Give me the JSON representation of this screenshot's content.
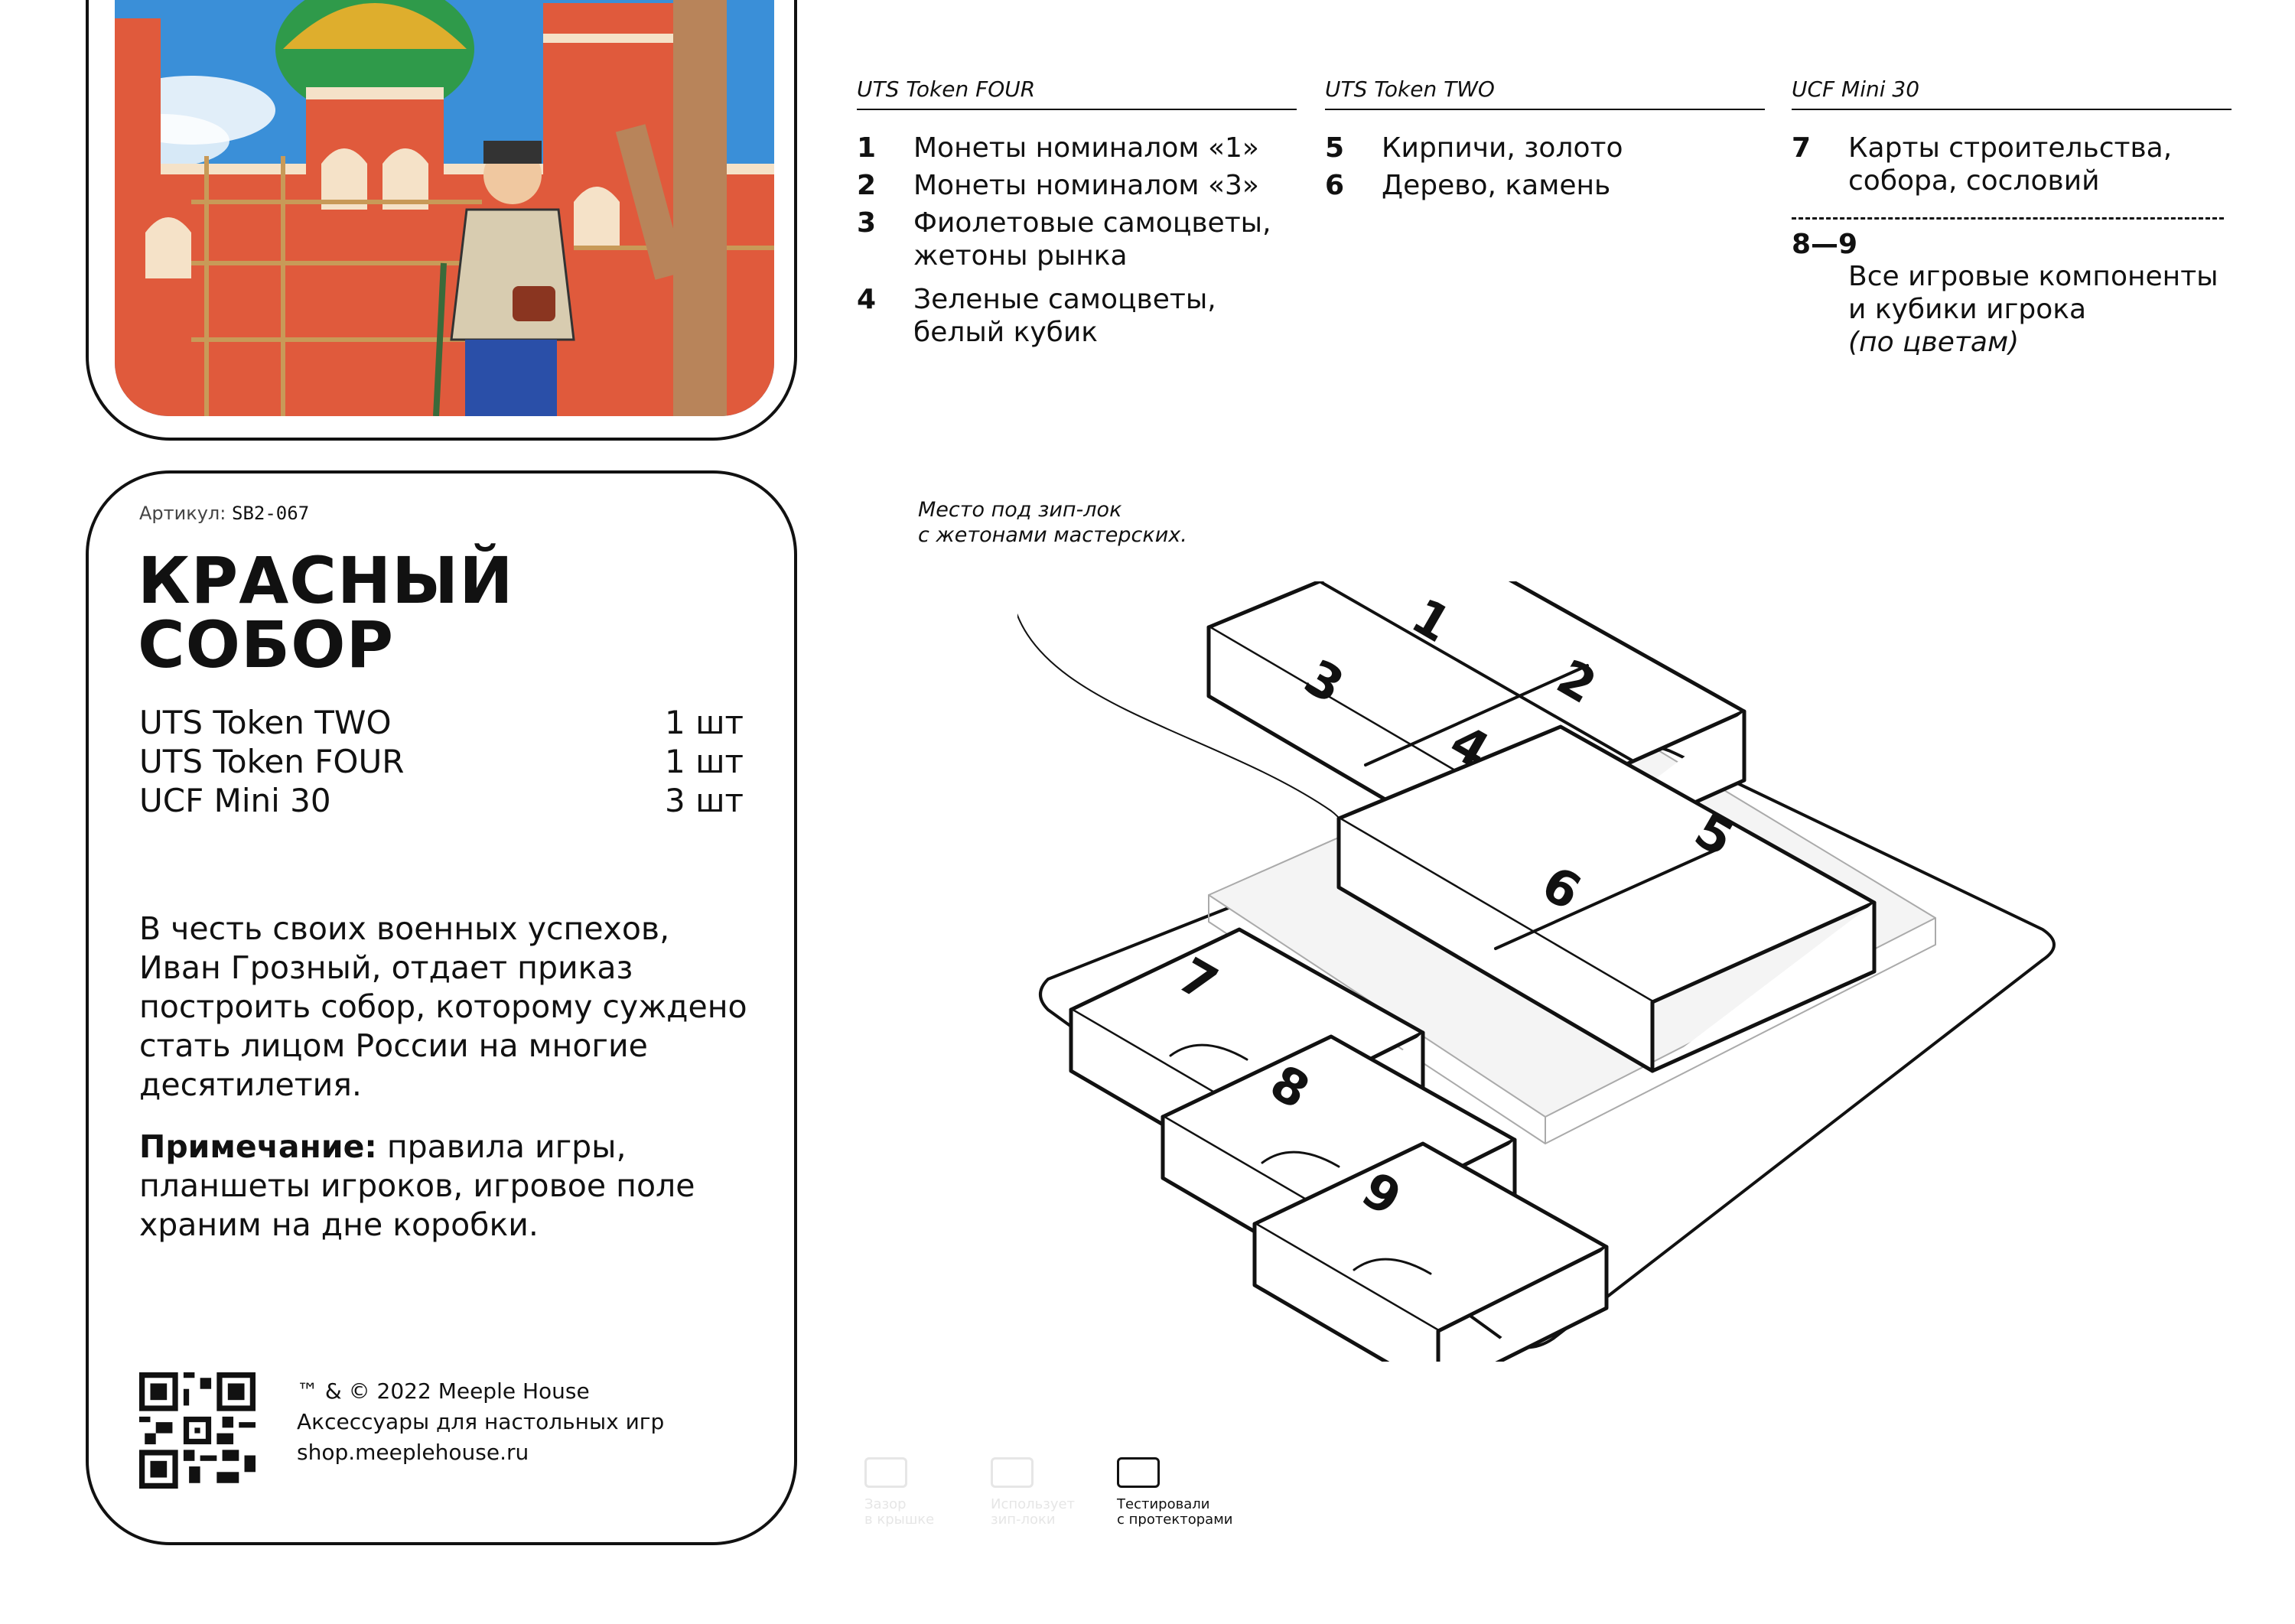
{
  "illustration": {
    "name": "st-basils-cathedral-illustration",
    "colors": {
      "sky": "#3a8fd8",
      "brick": "#e05a3c",
      "dome_green": "#2f9a4a",
      "gold": "#f2b02a"
    }
  },
  "card": {
    "article_label": "Артикул:",
    "article_code": "SB2-067",
    "title_line1": "Красный",
    "title_line2": "собор",
    "contents": [
      {
        "name": "UTS Token TWO",
        "qty": "1 шт"
      },
      {
        "name": "UTS Token FOUR",
        "qty": "1 шт"
      },
      {
        "name": "UCF Mini 30",
        "qty": "3 шт"
      }
    ],
    "description": "В честь своих военных успехов, Иван Грозный, отдает приказ построить собор, которому суждено стать лицом России на многие десятилетия.",
    "note_label": "Примечание:",
    "note_text": "правила игры, планшеты игроков, игровое поле храним на дне коробки.",
    "footer": {
      "copyright": "™ & © 2022 Meeple House",
      "tagline": "Аксессуары для настольных игр",
      "url": "shop.meeplehouse.ru"
    }
  },
  "legend": {
    "col1": {
      "head": "UTS Token FOUR",
      "items": [
        {
          "num": "1",
          "text": "Монеты номиналом «1»"
        },
        {
          "num": "2",
          "text": "Монеты  номиналом «3»"
        },
        {
          "num": "3",
          "text": "Фиолетовые самоцветы, жетоны рынка"
        },
        {
          "num": "4",
          "text": "Зеленые самоцветы, белый кубик"
        }
      ]
    },
    "col2": {
      "head": "UTS Token TWO",
      "items": [
        {
          "num": "5",
          "text": "Кирпичи, золото"
        },
        {
          "num": "6",
          "text": "Дерево, камень"
        }
      ]
    },
    "col3": {
      "head": "UCF Mini 30",
      "items": [
        {
          "num": "7",
          "text": "Карты строительства, собора, сословий"
        }
      ],
      "group_num": "8—9",
      "group_text_line1": "Все игровые компоненты",
      "group_text_line2": "и кубики игрока",
      "group_text_italic": "(по цветам)"
    }
  },
  "diagram": {
    "callout_line1": "Место под зип-лок",
    "callout_line2": "с жетонами мастерских.",
    "labels": [
      "1",
      "2",
      "3",
      "4",
      "5",
      "6",
      "7",
      "8",
      "9"
    ]
  },
  "bottom_icons": [
    {
      "line1": "Зазор",
      "line2": "в крышке",
      "active": false
    },
    {
      "line1": "Использует",
      "line2": "зип-локи",
      "active": false
    },
    {
      "line1": "Тестировали",
      "line2": "с протекторами",
      "active": true
    }
  ]
}
